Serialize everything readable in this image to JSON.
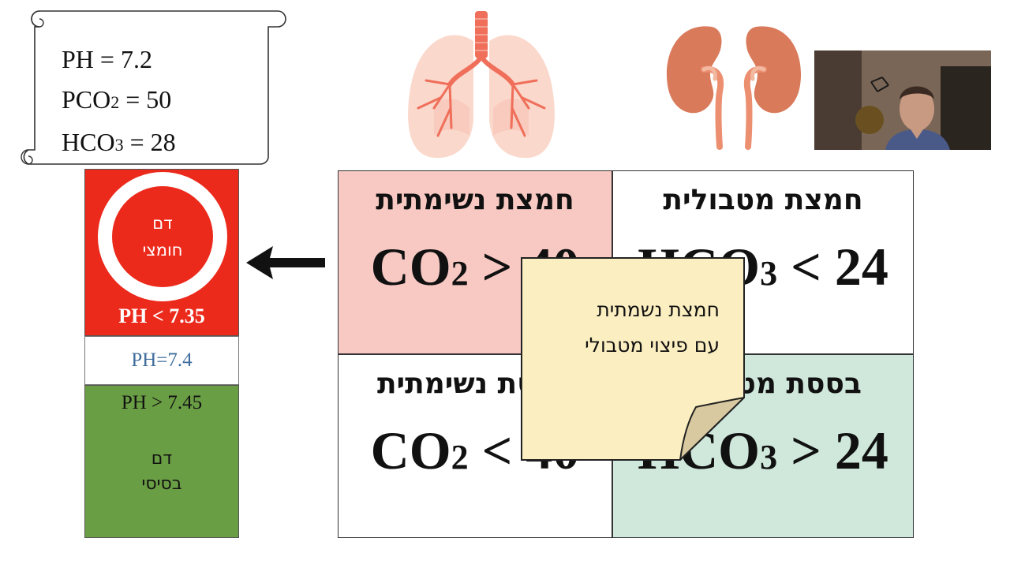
{
  "lab_values": {
    "ph": "PH = 7.2",
    "pco2_prefix": "PCO",
    "pco2_sub": "2",
    "pco2_value": " = 50",
    "hco3_prefix": "HCO",
    "hco3_sub": "3",
    "hco3_value": " = 28"
  },
  "ph_scale": {
    "acid_circle_line1": "דם",
    "acid_circle_line2": "חומצי",
    "acid_threshold": "PH < 7.35",
    "normal": "PH=7.4",
    "base_threshold": "PH > 7.45",
    "base_line1": "דם",
    "base_line2": "בסיסי"
  },
  "grid": {
    "respiratory_acidosis": {
      "title": "חמצת נשימתית",
      "formula_prefix": "CO",
      "formula_sub": "2",
      "formula_rest": " > 40"
    },
    "metabolic_acidosis": {
      "title": "חמצת מטבולית",
      "formula_prefix": "HCO",
      "formula_sub": "3",
      "formula_rest": " < 24"
    },
    "respiratory_alkalosis": {
      "title": "בססת נשימתית",
      "formula_prefix": "CO",
      "formula_sub": "2",
      "formula_rest": " < 40"
    },
    "metabolic_alkalosis": {
      "title": "בססת מטבולית",
      "formula_prefix": "HCO",
      "formula_sub": "3",
      "formula_rest": " > 24"
    }
  },
  "sticky_note": {
    "line1": "חמצת נשמתית",
    "line2": "עם פיצוי מטבולי"
  },
  "colors": {
    "acid_red": "#ec2a1c",
    "base_green": "#6a9e44",
    "resp_acid_cell": "#f8c9c3",
    "meta_alk_cell": "#cfe8db",
    "note_yellow": "#fbeec1"
  },
  "icons": [
    "lungs-illustration",
    "kidneys-illustration",
    "left-arrow-icon",
    "scroll-banner"
  ]
}
